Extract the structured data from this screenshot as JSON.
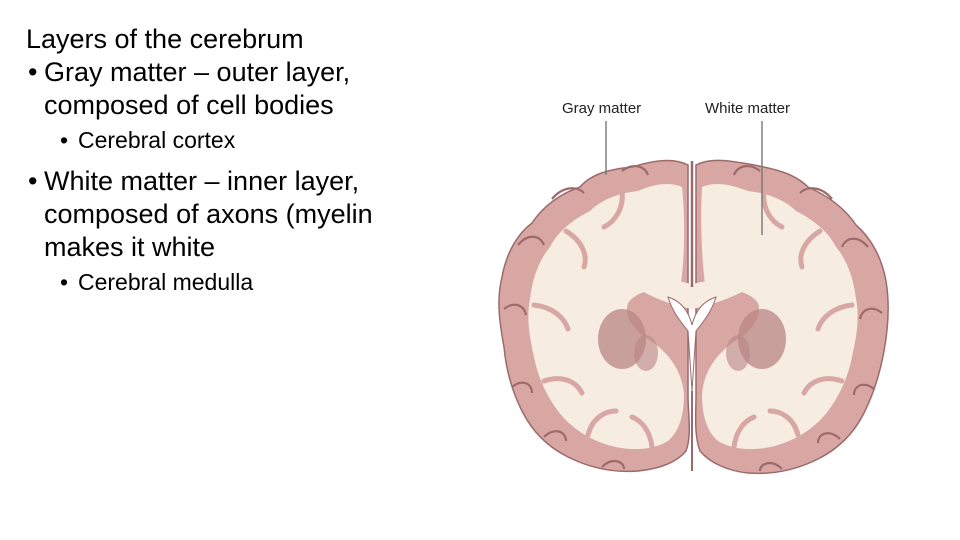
{
  "slide": {
    "title": "Layers of the cerebrum",
    "bullets": [
      {
        "text": "Gray matter – outer layer, composed of cell bodies",
        "sub": "Cerebral cortex"
      },
      {
        "text": "White matter – inner layer, composed of axons (myelin makes it white",
        "sub": "Cerebral medulla"
      }
    ],
    "bullet_glyph": "•"
  },
  "figure": {
    "labels": {
      "gray_matter": "Gray matter",
      "white_matter": "White matter"
    },
    "colors": {
      "gray_matter": "#d8a7a4",
      "white_matter": "#f6ece0",
      "outline": "#9c6a6a",
      "basal_ganglia": "#b98584",
      "ventricle": "#ffffff"
    }
  }
}
